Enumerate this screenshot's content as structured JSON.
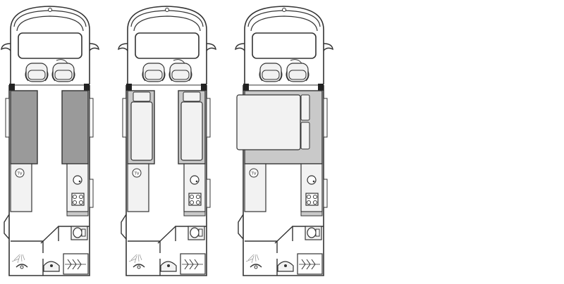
{
  "colors": {
    "outline": "#333333",
    "fill_light": "#f2f2f2",
    "fill_mid": "#c9c9c9",
    "fill_dark": "#9a9a9a",
    "background": "#ffffff",
    "accent_dark": "#222222"
  },
  "tv_label": "TV",
  "layouts": [
    {
      "id": "layout-a",
      "variant": "twin-single-beds-shaded"
    },
    {
      "id": "layout-b",
      "variant": "twin-single-beds-outlined"
    },
    {
      "id": "layout-c",
      "variant": "double-bed"
    }
  ]
}
